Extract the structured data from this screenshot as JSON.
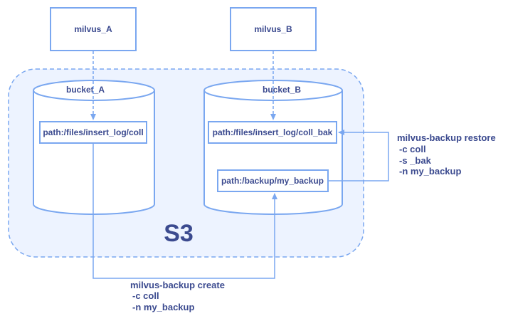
{
  "nodes": {
    "milvus_a": "milvus_A",
    "milvus_b": "milvus_B",
    "bucket_a": "bucket_A",
    "bucket_b": "bucket_B",
    "path_a": "path:/files/insert_log/coll",
    "path_b": "path:/files/insert_log/coll_bak",
    "path_backup": "path:/backup/my_backup",
    "s3": "S3"
  },
  "commands": {
    "create": [
      "milvus-backup create",
      "-c coll",
      "-n my_backup"
    ],
    "restore": [
      "milvus-backup restore",
      "-c coll",
      "-s _bak",
      "-n my_backup"
    ]
  },
  "colors": {
    "stroke": "#7aa7f0",
    "region_fill": "#edf3ff",
    "node_fill": "#ffffff",
    "text": "#3b4a8f"
  }
}
